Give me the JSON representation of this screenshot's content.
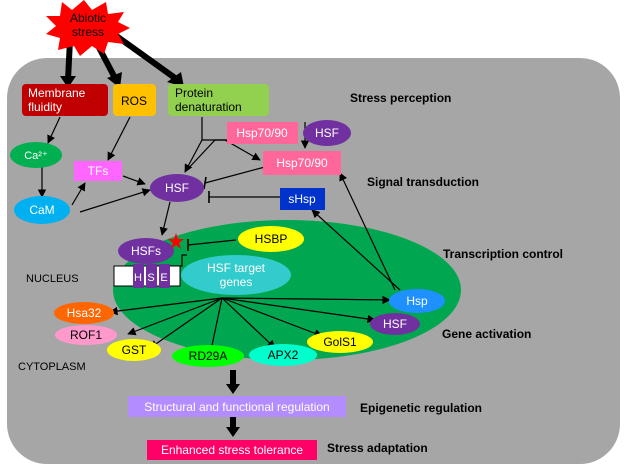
{
  "nodes": {
    "abiotic_stress_line1": "Abiotic",
    "abiotic_stress_line2": "stress",
    "membrane_fluidity_line1": "Membrane",
    "membrane_fluidity_line2": "fluidity",
    "ros": "ROS",
    "protein_denaturation_line1": "Protein",
    "protein_denaturation_line2": "denaturation",
    "hsp7090_top": "Hsp70/90",
    "hsf_complex": "HSF",
    "hsp7090_free": "Hsp70/90",
    "ca2": "Ca²⁺",
    "tfs": "TFs",
    "hsf_center": "HSF",
    "cam": "CaM",
    "shsp": "sHsp",
    "hsfs": "HSFs",
    "hsbp": "HSBP",
    "hse_h": "H",
    "hse_s": "S",
    "hse_e": "E",
    "hsf_target_line1": "HSF target",
    "hsf_target_line2": "genes",
    "hsp": "Hsp",
    "hsa32": "Hsa32",
    "hsf_out": "HSF",
    "rof1": "ROF1",
    "gst": "GST",
    "rd29a": "RD29A",
    "apx2": "APX2",
    "gols1": "GolS1",
    "structural": "Structural and functional regulation",
    "enhanced": "Enhanced  stress tolerance"
  },
  "labels": {
    "stress_perception": "Stress perception",
    "signal_transduction": "Signal transduction",
    "transcription_control": "Transcription control",
    "gene_activation": "Gene activation",
    "epigenetic_regulation": "Epigenetic regulation",
    "stress_adaptation": "Stress adaptation",
    "nucleus": "NUCLEUS",
    "cytoplasm": "CYTOPLASM"
  },
  "colors": {
    "cell": "#a6a6a6",
    "nucleus": "#00a650",
    "abiotic": "#ff0000",
    "membrane": "#c00000",
    "ros": "#ffc000",
    "protein": "#92d050",
    "pink": "#ff6699",
    "purple": "#7030a0",
    "ca2": "#00b050",
    "tfs": "#ff66ff",
    "cam": "#00b0f0",
    "shsp": "#0033cc",
    "hsbp": "#ffff00",
    "target": "#33cccc",
    "hsp": "#1e90ff",
    "hsa32": "#ff6600",
    "rof1": "#ff99cc",
    "gst": "#ffff00",
    "rd29a": "#00ff00",
    "apx2": "#00ffcc",
    "gols1": "#ffff00",
    "structural": "#b38cff",
    "enhanced": "#ff0066"
  }
}
